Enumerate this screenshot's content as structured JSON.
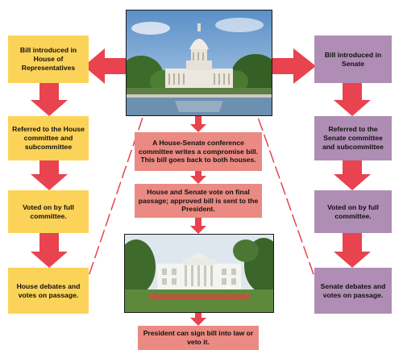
{
  "left_column": {
    "steps": [
      "Bill introduced in House of Representatives",
      "Referred to the House committee and subcommittee",
      "Voted on by full committee.",
      "House debates and votes on passage."
    ]
  },
  "right_column": {
    "steps": [
      "Bill introduced in Senate",
      "Referred to the Senate committee and subcommittee",
      "Voted on by full committee.",
      "Senate debates and votes on passage."
    ]
  },
  "center_column": {
    "conference": "A House-Senate conference committee writes a compromise bill. This bill goes back to both houses.",
    "final_vote": "House and Senate vote on final passage; approved bill is sent to the President.",
    "president": "President can sign bill into law or veto it."
  },
  "images": {
    "capitol": "capitol-photo",
    "white_house": "white-house-photo"
  },
  "colors": {
    "house": "#fcd359",
    "senate": "#b08db5",
    "joint": "#ea8a82",
    "arrow": "#e8434f"
  }
}
